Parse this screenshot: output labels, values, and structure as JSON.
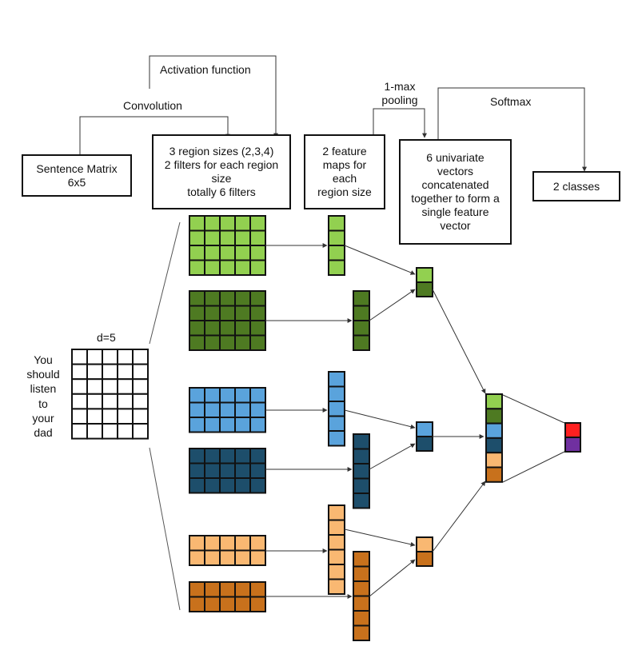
{
  "labels": {
    "activation": "Activation function",
    "convolution": "Convolution",
    "one_max_pooling": "1-max\npooling",
    "softmax": "Softmax",
    "d": "d=5"
  },
  "boxes": {
    "sentence_matrix": "Sentence Matrix\n6x5",
    "region_sizes": "3 region sizes (2,3,4)\n2 filters for each region\nsize\ntotally 6 filters",
    "feature_maps": "2 feature\nmaps for\neach\nregion size",
    "univariate": "6 univariate\nvectors\nconcatenated\ntogether to form a\nsingle feature\nvector",
    "classes": "2 classes"
  },
  "sentence_words": [
    "You",
    "should",
    "listen",
    "to",
    "your",
    "dad"
  ],
  "colors": {
    "light_green": "#92d050",
    "dark_green": "#4e7a22",
    "light_blue": "#5aa3dc",
    "dark_blue": "#1d4e6b",
    "light_orange": "#f9b872",
    "dark_orange": "#c8711c",
    "red": "#ff2020",
    "purple": "#7030a0",
    "line": "#333333"
  }
}
